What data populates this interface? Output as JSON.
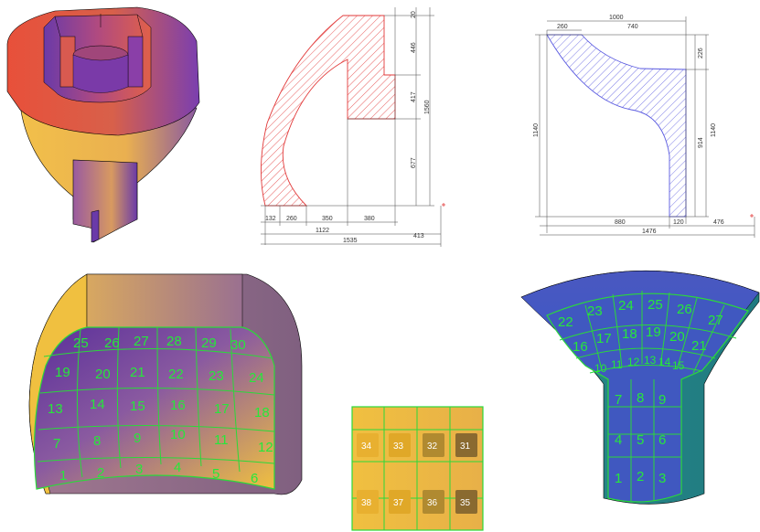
{
  "colors": {
    "grid_green": "#2bd93a",
    "hatch_red": "#e23a3a",
    "hatch_blue": "#5a5ae0",
    "dim_line": "#444444"
  },
  "drawing_left": {
    "horizontal_dims": [
      "132",
      "260",
      "350",
      "380",
      "1122",
      "413",
      "1535"
    ],
    "vertical_dims": [
      "20",
      "446",
      "417",
      "677",
      "1560"
    ]
  },
  "drawing_right": {
    "horizontal_dims": [
      "260",
      "740",
      "1000",
      "880",
      "120",
      "476",
      "1476"
    ],
    "vertical_dims": [
      "1140",
      "226",
      "914",
      "1140"
    ]
  },
  "model_left_labels": [
    "1",
    "2",
    "3",
    "4",
    "5",
    "6",
    "7",
    "8",
    "9",
    "10",
    "11",
    "12",
    "13",
    "14",
    "15",
    "16",
    "17",
    "18",
    "19",
    "20",
    "21",
    "22",
    "23",
    "24",
    "25",
    "26",
    "27",
    "28",
    "29",
    "30"
  ],
  "block_labels": [
    "34",
    "33",
    "32",
    "31",
    "38",
    "37",
    "36",
    "35"
  ],
  "model_right_labels": [
    "1",
    "2",
    "3",
    "4",
    "5",
    "6",
    "7",
    "8",
    "9",
    "10",
    "11",
    "12",
    "13",
    "14",
    "15",
    "16",
    "17",
    "18",
    "19",
    "20",
    "21",
    "22",
    "23",
    "24",
    "25",
    "26",
    "27"
  ]
}
